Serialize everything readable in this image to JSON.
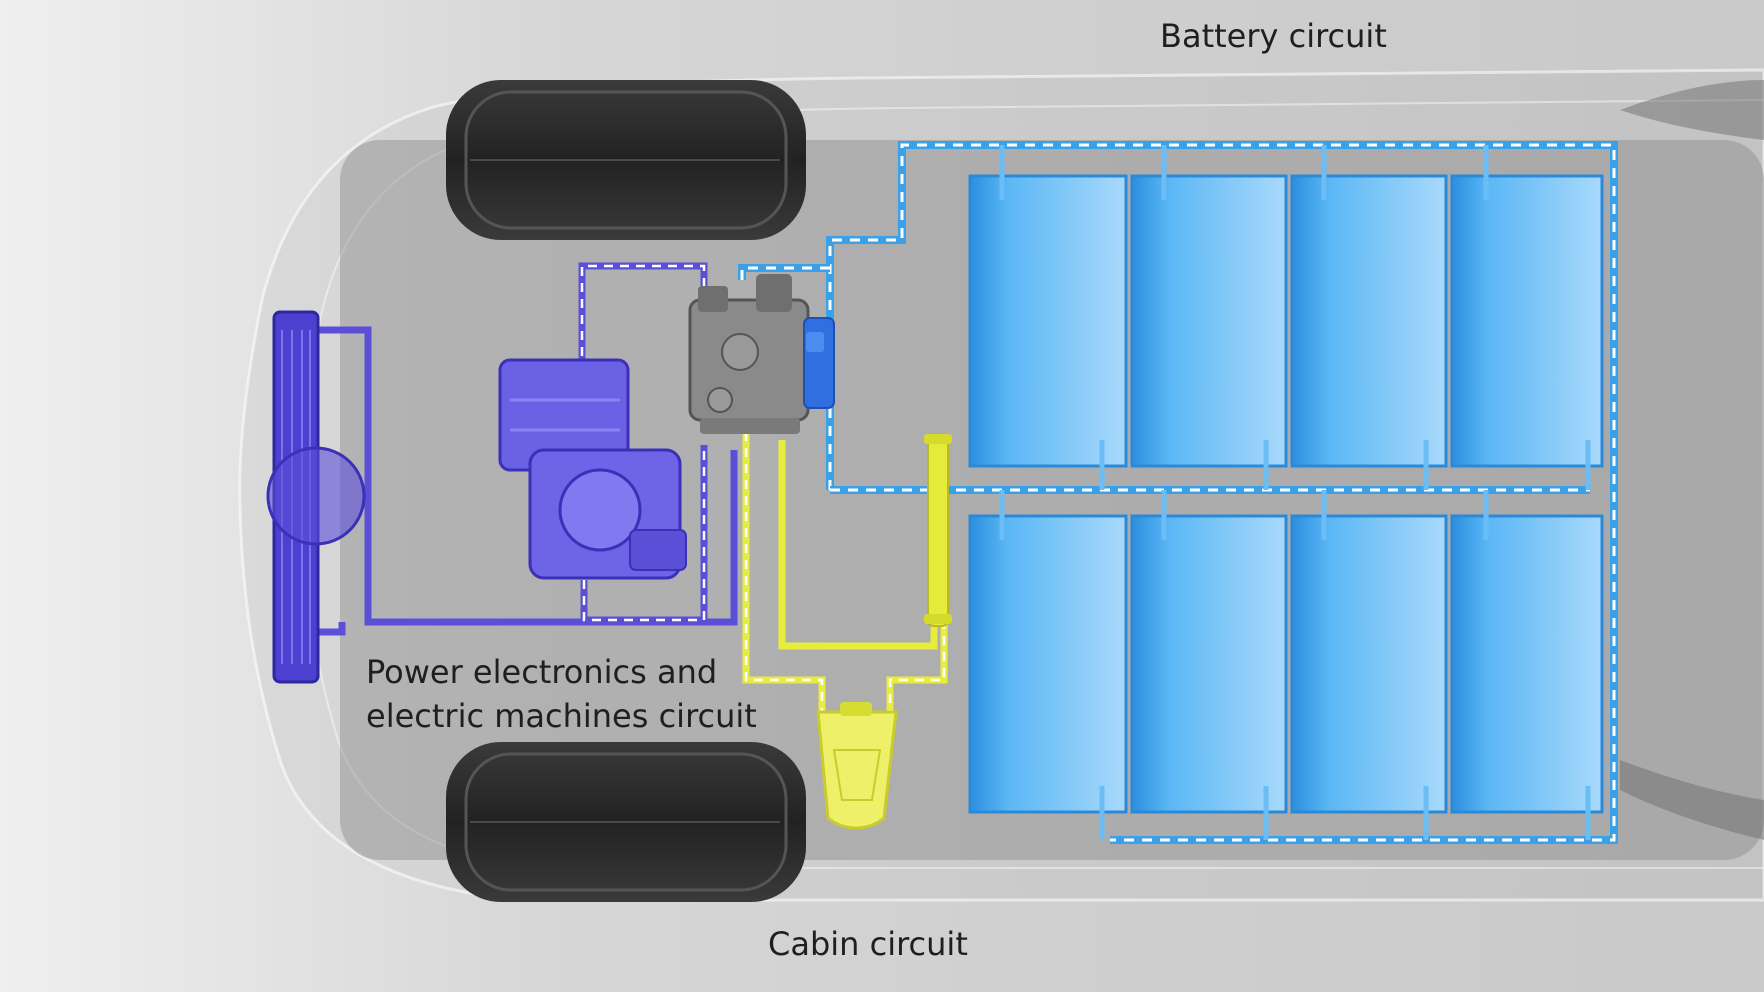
{
  "labels": {
    "battery_circuit": "Battery circuit",
    "power_electronics_line1": "Power electronics and",
    "power_electronics_line2": "electric machines circuit",
    "cabin_circuit": "Cabin circuit"
  },
  "colors": {
    "battery_circuit": "#3aa0e8",
    "power_electronics_circuit": "#5b4fd8",
    "cabin_circuit": "#e6ea3a",
    "battery_module": "#4aaef2",
    "background": "#d4d4d4"
  },
  "battery_modules": {
    "rows": 2,
    "columns": 4
  }
}
